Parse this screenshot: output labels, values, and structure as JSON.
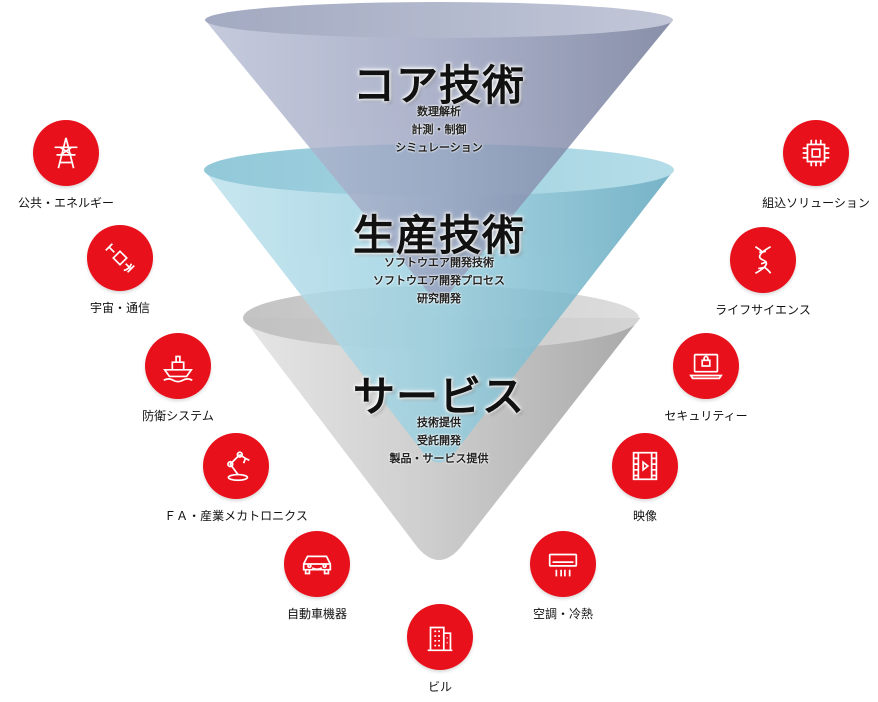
{
  "tiers": [
    {
      "title": "コア技術",
      "items": [
        "数理解析",
        "計測・制御",
        "シミュレーション"
      ]
    },
    {
      "title": "生産技術",
      "items": [
        "ソフトウエア開発技術",
        "ソフトウエア開発プロセス",
        "研究開発"
      ]
    },
    {
      "title": "サービス",
      "items": [
        "技術提供",
        "受託開発",
        "製品・サービス提供"
      ]
    }
  ],
  "colors": {
    "accent": "#e8101a",
    "core": "#9aa3be",
    "production": "#8fc6d6",
    "service": "#cfcfcf"
  },
  "nodes": {
    "public_energy": {
      "label": "公共・エネルギー",
      "icon": "power-tower-icon"
    },
    "space_comm": {
      "label": "宇宙・通信",
      "icon": "satellite-icon"
    },
    "defense": {
      "label": "防衛システム",
      "icon": "ship-icon"
    },
    "factory_auto": {
      "label": "ＦＡ・産業メカトロニクス",
      "icon": "robot-arm-icon"
    },
    "automotive": {
      "label": "自動車機器",
      "icon": "car-icon"
    },
    "building": {
      "label": "ビル",
      "icon": "building-icon"
    },
    "hvac": {
      "label": "空調・冷熱",
      "icon": "air-conditioner-icon"
    },
    "video": {
      "label": "映像",
      "icon": "film-icon"
    },
    "security": {
      "label": "セキュリティー",
      "icon": "laptop-lock-icon"
    },
    "life_science": {
      "label": "ライフサイエンス",
      "icon": "dna-icon"
    },
    "embedded": {
      "label": "組込ソリューション",
      "icon": "chip-icon"
    }
  }
}
